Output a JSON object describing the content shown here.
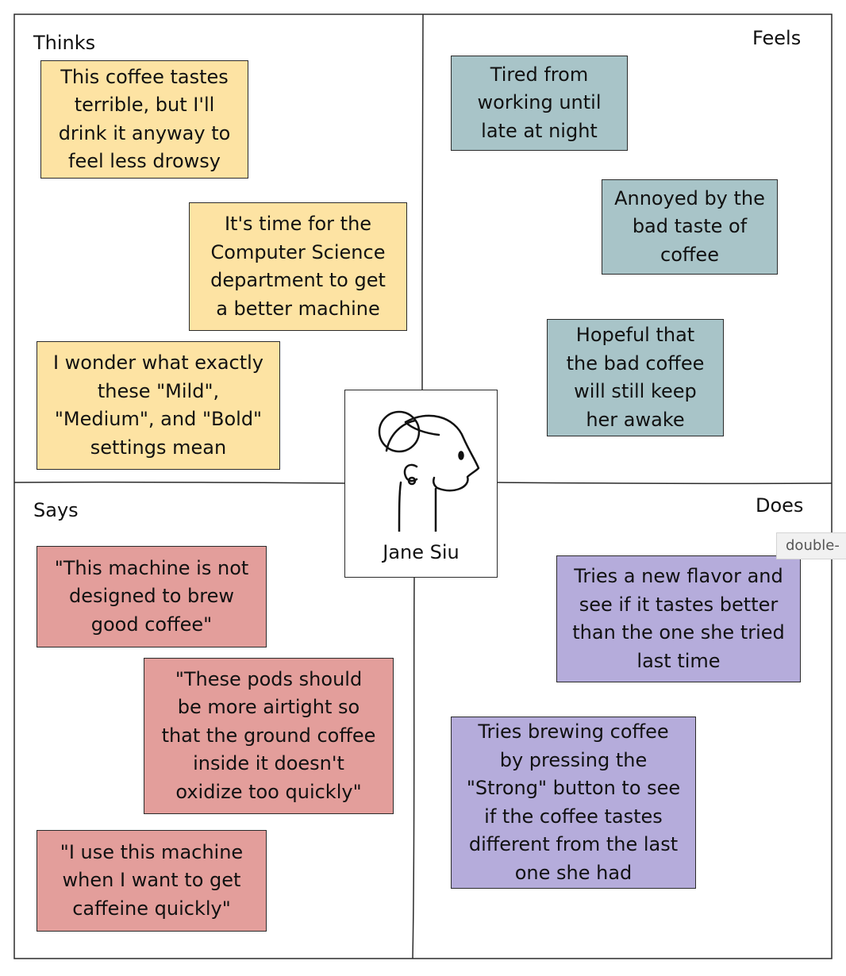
{
  "quadrants": {
    "thinks": {
      "label": "Thinks",
      "notes": [
        "This coffee tastes\nterrible, but I'll\ndrink it anyway to\nfeel less drowsy",
        "It's time for the\nComputer Science\ndepartment to get\na better machine",
        "I wonder what exactly\nthese \"Mild\",\n\"Medium\", and \"Bold\"\nsettings mean"
      ]
    },
    "feels": {
      "label": "Feels",
      "notes": [
        "Tired from\nworking until\nlate at night",
        "Annoyed by the\nbad taste of\ncoffee",
        "Hopeful that\nthe bad coffee\nwill still keep\nher awake"
      ]
    },
    "says": {
      "label": "Says",
      "notes": [
        "\"This machine is not\ndesigned to brew\ngood coffee\"",
        "\"These pods should\nbe more airtight so\nthat the ground coffee\ninside it doesn't\noxidize too quickly\"",
        "\"I use this machine\nwhen I want to get\ncaffeine quickly\""
      ]
    },
    "does": {
      "label": "Does",
      "notes": [
        "Tries a new flavor and\nsee if it tastes better\nthan the one she tried\nlast time",
        "Tries brewing coffee\nby pressing the\n\"Strong\" button to see\nif the coffee tastes\ndifferent from the last\none she had"
      ]
    }
  },
  "persona": {
    "name": "Jane Siu",
    "avatar_icon": "woman-profile-icon"
  },
  "tooltip": {
    "text": "double-"
  },
  "colors": {
    "thinks_note": "#fde3a3",
    "feels_note": "#a8c4c8",
    "says_note": "#e39e9b",
    "does_note": "#b5acdb",
    "line": "#2b2b2b"
  }
}
